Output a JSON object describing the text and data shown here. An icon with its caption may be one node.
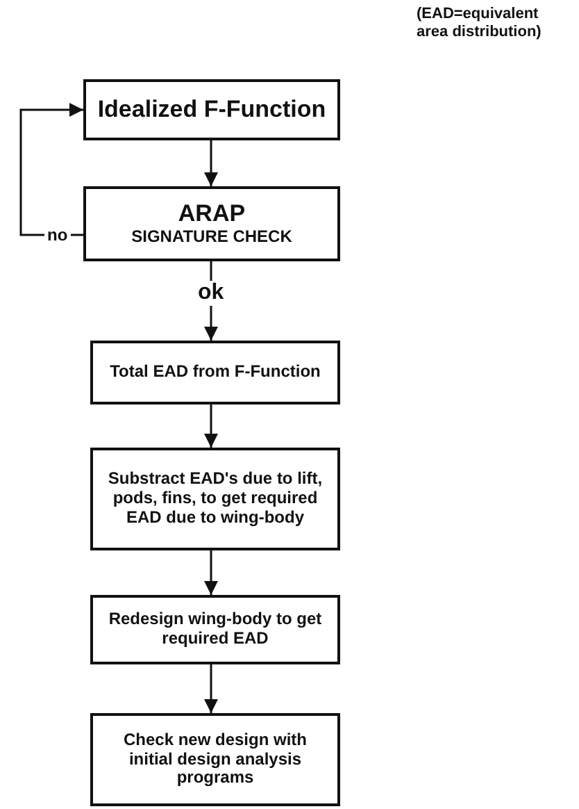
{
  "diagram": {
    "nodes": [
      {
        "text": [
          "Idealized F-Function"
        ]
      },
      {
        "text": [
          "ARAP",
          "SIGNATURE CHECK"
        ]
      },
      {
        "text": [
          "Total EAD from F-Function"
        ]
      },
      {
        "text": [
          "Substract EAD's due to lift, pods, fins, to get required EAD due to wing-body"
        ]
      },
      {
        "text": [
          "Redesign wing-body to get required EAD"
        ]
      },
      {
        "text": [
          "Check new design with initial design analysis programs"
        ]
      }
    ],
    "edges": [
      {
        "from": 0,
        "to": 1,
        "arrow": "to"
      },
      {
        "from": 1,
        "to": 0,
        "arrow": "to",
        "label": "no"
      },
      {
        "from": 1,
        "to": 2,
        "arrow": "to",
        "label": "ok"
      },
      {
        "from": 2,
        "to": 3,
        "arrow": "to"
      },
      {
        "from": 3,
        "to": 4,
        "arrow": "to"
      },
      {
        "from": 4,
        "to": 5,
        "arrow": "to"
      }
    ],
    "labels": [
      "(EAD=equivalent area distribution)"
    ]
  }
}
